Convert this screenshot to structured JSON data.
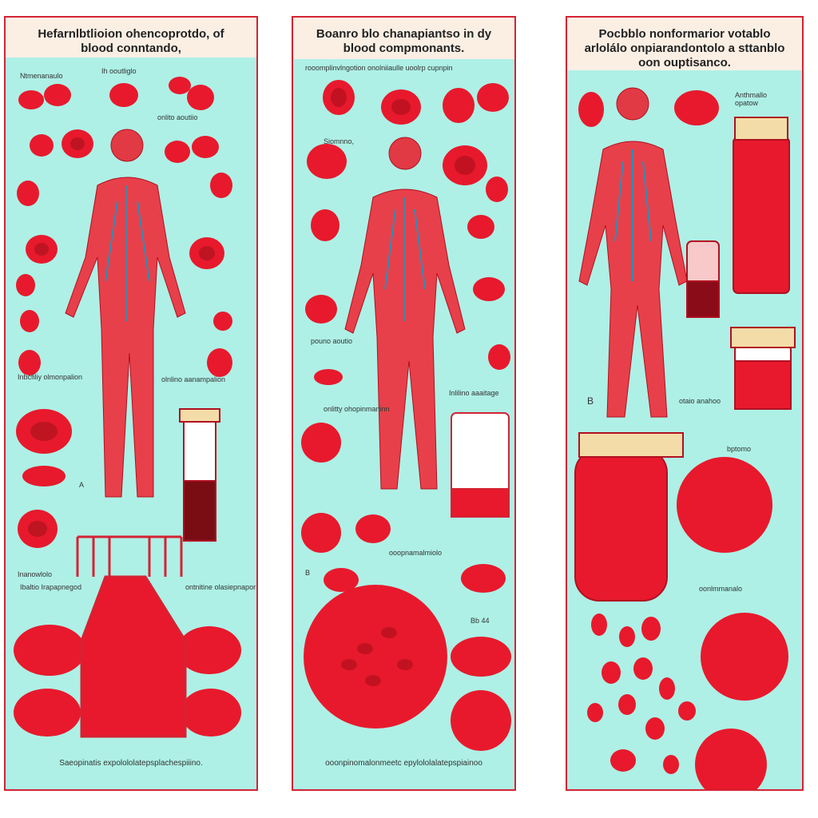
{
  "panels": [
    {
      "title": "Hefarnlbtlioion ohencoprotdo, of blood conntando,",
      "labels": [
        "Ntmenanaulo",
        "Ih ooutliglo",
        "onlito aoutiio",
        "Inbcfiliy olmonpalion",
        "olnlino aanampalion",
        "A",
        "Inanowlolo",
        "Ibaltio Irapapnegod",
        "ontnitine olasiepnapor"
      ],
      "footer": "Saeopinatis expolololatepsplachespiiino."
    },
    {
      "title": "Boanro blo chanapiantso in dy blood compmonants.",
      "labels": [
        "rooomplinvlngotion onolniiaulle uoolrp cupnpin",
        "Siomnno,",
        "pouno aoutio",
        "onlitty ohopinmaninn",
        "Inlilino aaaitage",
        "ooopnamalmiolo",
        "B",
        "Bb 44"
      ],
      "footer": "ooonpinomalonmeetc epylololalatepspiainoo"
    },
    {
      "title": "Pocbblo nonformarior votablo arlolálo onpiarandontolo a sttanblo oon ouptisanco.",
      "labels": [
        "Anthmallo opatow",
        "B",
        "otaio anahoo",
        "bptomo",
        "oonlmmanalo"
      ],
      "footer": ""
    }
  ],
  "colors": {
    "border": "#d42333",
    "header": "#fbefe4",
    "background": "#aef0e6",
    "blood": "#e8192c",
    "vein": "#2a8fb8"
  }
}
